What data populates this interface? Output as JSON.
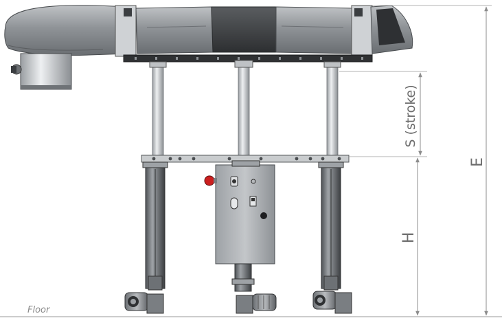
{
  "labels": {
    "stroke": "S (stroke)",
    "total_height": "E",
    "base_height": "H",
    "floor": "Floor"
  },
  "colors": {
    "lamp_body": "#8e9296",
    "lamp_dark": "#3f4245",
    "steel": "#a9adb1",
    "dimension_line": "#8c8c8c",
    "indicator_red": "#cc1f1f"
  }
}
